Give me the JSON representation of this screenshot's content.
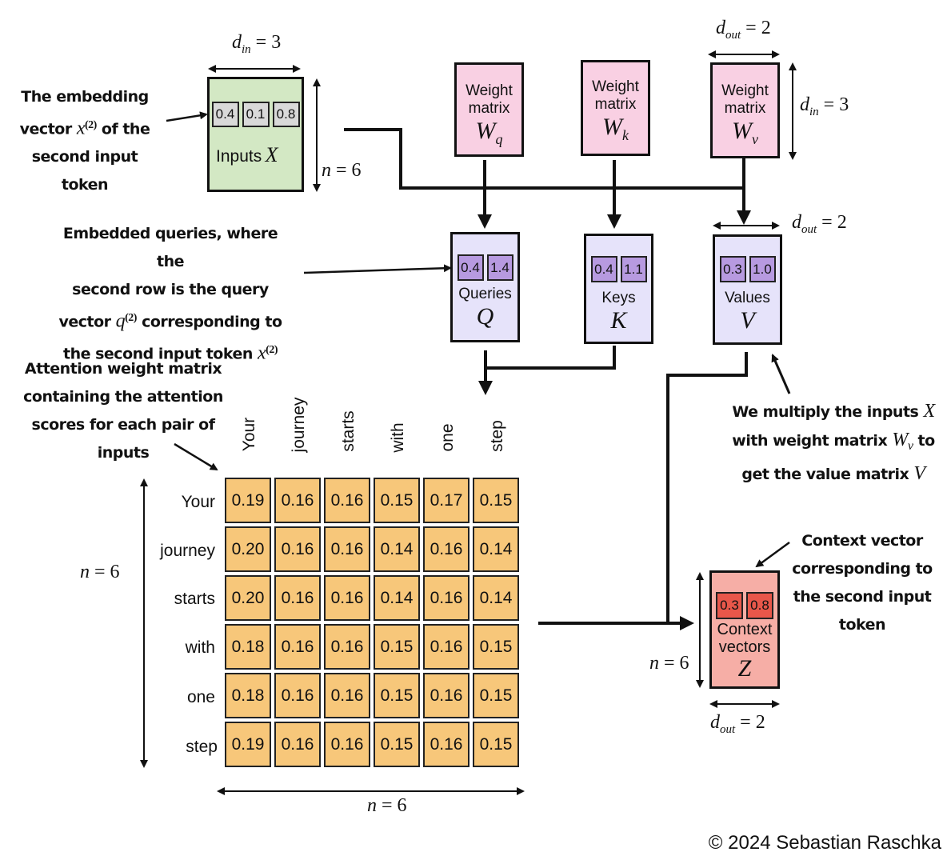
{
  "colors": {
    "inputs_fill": "#d3e8c4",
    "input_cell_fill": "#d9d9d9",
    "weight_fill": "#f9d0e3",
    "qkv_fill": "#e6e3fa",
    "qkv_cell_fill": "#b79ae0",
    "attention_cell_fill": "#f7c77a",
    "context_fill": "#f6aea6",
    "context_cell_fill": "#e8574a",
    "stroke": "#111111"
  },
  "inputs": {
    "label": "Inputs",
    "symbol": "X",
    "values": [
      "0.4",
      "0.1",
      "0.8"
    ],
    "width_dim": {
      "var": "d",
      "sub": "in",
      "eq": "= 3"
    },
    "height_dim": {
      "var": "n",
      "eq": "= 6"
    }
  },
  "weights": [
    {
      "line1": "Weight",
      "line2": "matrix",
      "symbol": "W",
      "sub": "q"
    },
    {
      "line1": "Weight",
      "line2": "matrix",
      "symbol": "W",
      "sub": "k"
    },
    {
      "line1": "Weight",
      "line2": "matrix",
      "symbol": "W",
      "sub": "v"
    }
  ],
  "weights_dims": {
    "width": {
      "var": "d",
      "sub": "out",
      "eq": "= 2"
    },
    "height": {
      "var": "d",
      "sub": "in",
      "eq": "= 3"
    }
  },
  "queries": {
    "label": "Queries",
    "symbol": "Q",
    "values": [
      "0.4",
      "1.4"
    ]
  },
  "keys": {
    "label": "Keys",
    "symbol": "K",
    "values": [
      "0.4",
      "1.1"
    ]
  },
  "values_matrix": {
    "label": "Values",
    "symbol": "V",
    "values": [
      "0.3",
      "1.0"
    ],
    "width_dim": {
      "var": "d",
      "sub": "out",
      "eq": "= 2"
    }
  },
  "context": {
    "line1": "Context",
    "line2": "vectors",
    "symbol": "Z",
    "values": [
      "0.3",
      "0.8"
    ],
    "width_dim": {
      "var": "d",
      "sub": "out",
      "eq": "= 2"
    },
    "height_dim": {
      "var": "n",
      "eq": "= 6"
    }
  },
  "attention": {
    "tokens": [
      "Your",
      "journey",
      "starts",
      "with",
      "one",
      "step"
    ],
    "weights": [
      [
        "0.19",
        "0.16",
        "0.16",
        "0.15",
        "0.17",
        "0.15"
      ],
      [
        "0.20",
        "0.16",
        "0.16",
        "0.14",
        "0.16",
        "0.14"
      ],
      [
        "0.20",
        "0.16",
        "0.16",
        "0.14",
        "0.16",
        "0.14"
      ],
      [
        "0.18",
        "0.16",
        "0.16",
        "0.15",
        "0.16",
        "0.15"
      ],
      [
        "0.18",
        "0.16",
        "0.16",
        "0.15",
        "0.16",
        "0.15"
      ],
      [
        "0.19",
        "0.16",
        "0.16",
        "0.15",
        "0.16",
        "0.15"
      ]
    ],
    "row_dim": {
      "var": "n",
      "eq": "= 6"
    },
    "col_dim": {
      "var": "n",
      "eq": "= 6"
    }
  },
  "notes": {
    "embedding": {
      "l1": "The embedding",
      "l2a": "vector ",
      "l2m": "x",
      "l2s": "(2)",
      "l2b": " of the",
      "l3": "second input token"
    },
    "queries": {
      "l1": "Embedded queries, where the",
      "l2": "second row is the query",
      "l3a": "vector ",
      "l3m": "q",
      "l3s": "(2)",
      "l3b": " corresponding to",
      "l4a": "the second input token ",
      "l4m": "x",
      "l4s": "(2)"
    },
    "attention": {
      "l1": "Attention weight matrix",
      "l2": "containing the attention",
      "l3": "scores for each pair of",
      "l4": "inputs"
    },
    "values": {
      "l1a": "We multiply the inputs ",
      "l1m": "X",
      "l2a": "with weight matrix ",
      "l2m": "W",
      "l2s": "v",
      "l2b": " to",
      "l3a": "get the value matrix ",
      "l3m": "V"
    },
    "context": {
      "l1": "Context vector",
      "l2": "corresponding to",
      "l3": "the second input",
      "l4": "token"
    }
  },
  "copyright": "© 2024 Sebastian Raschka"
}
